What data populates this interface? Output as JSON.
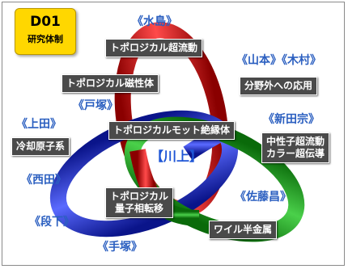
{
  "badge": {
    "code": "D01",
    "subtitle": "研究体制"
  },
  "center_label": "【川上】",
  "researchers": {
    "mizushima": "《水島》",
    "yamamoto_kimura": "《山本》《木村》",
    "tozuka": "《戸塚》",
    "ueda": "《上田》",
    "nittamune": "《新田宗》",
    "nishida": "《西田》",
    "sato_akira": "《佐藤昌》",
    "danshita": "《段下》",
    "tezuka": "《手塚》"
  },
  "topics": {
    "superfluidity": "トポロジカル超流動",
    "magnet": "トポロジカル磁性体",
    "application": "分野外への応用",
    "mott": "トポロジカルモット絶縁体",
    "cold_atoms": "冷却原子系",
    "neutron_line1": "中性子超流動",
    "neutron_line2": "カラー超伝導",
    "quantum_line1": "トポロジカル",
    "quantum_line2": "量子相転移",
    "weyl": "ワイル半金属"
  },
  "ring_colors": {
    "red": "#e01010",
    "blue": "#1428d8",
    "green": "#1aa01a"
  }
}
